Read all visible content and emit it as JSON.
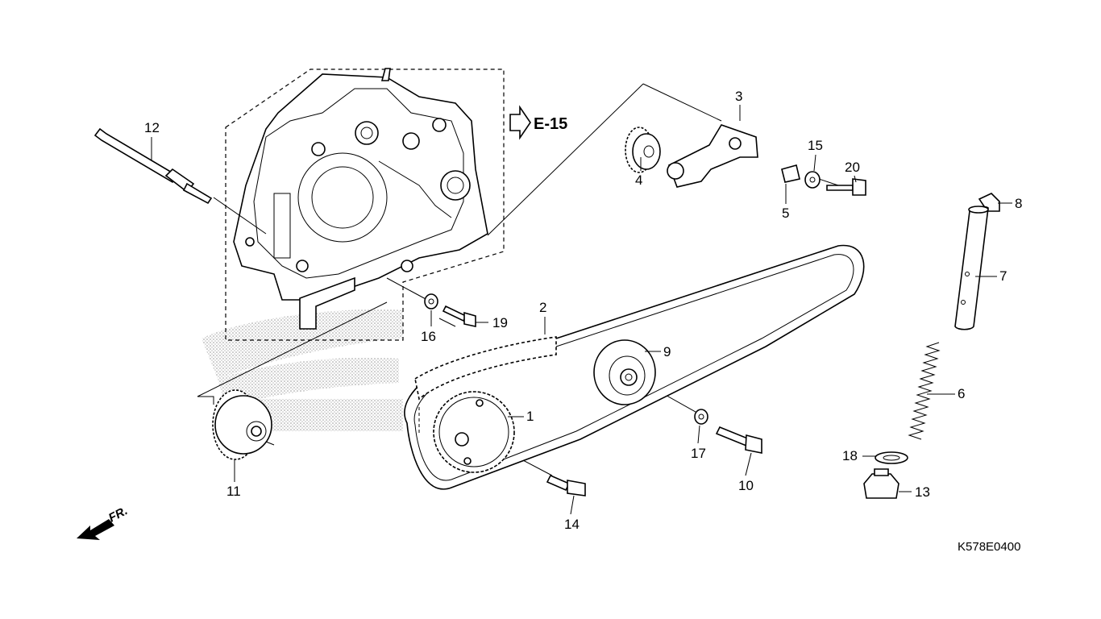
{
  "diagram": {
    "reference_arrow_label": "E-15",
    "front_label": "FR.",
    "diagram_code": "K578E0400",
    "parts": [
      {
        "id": "1",
        "label": "1"
      },
      {
        "id": "2",
        "label": "2"
      },
      {
        "id": "3",
        "label": "3"
      },
      {
        "id": "4",
        "label": "4"
      },
      {
        "id": "5",
        "label": "5"
      },
      {
        "id": "6",
        "label": "6"
      },
      {
        "id": "7",
        "label": "7"
      },
      {
        "id": "8",
        "label": "8"
      },
      {
        "id": "9",
        "label": "9"
      },
      {
        "id": "10",
        "label": "10"
      },
      {
        "id": "11",
        "label": "11"
      },
      {
        "id": "12",
        "label": "12"
      },
      {
        "id": "13",
        "label": "13"
      },
      {
        "id": "14",
        "label": "14"
      },
      {
        "id": "15",
        "label": "15"
      },
      {
        "id": "16",
        "label": "16"
      },
      {
        "id": "17",
        "label": "17"
      },
      {
        "id": "18",
        "label": "18"
      },
      {
        "id": "19",
        "label": "19"
      },
      {
        "id": "20",
        "label": "20"
      }
    ]
  }
}
